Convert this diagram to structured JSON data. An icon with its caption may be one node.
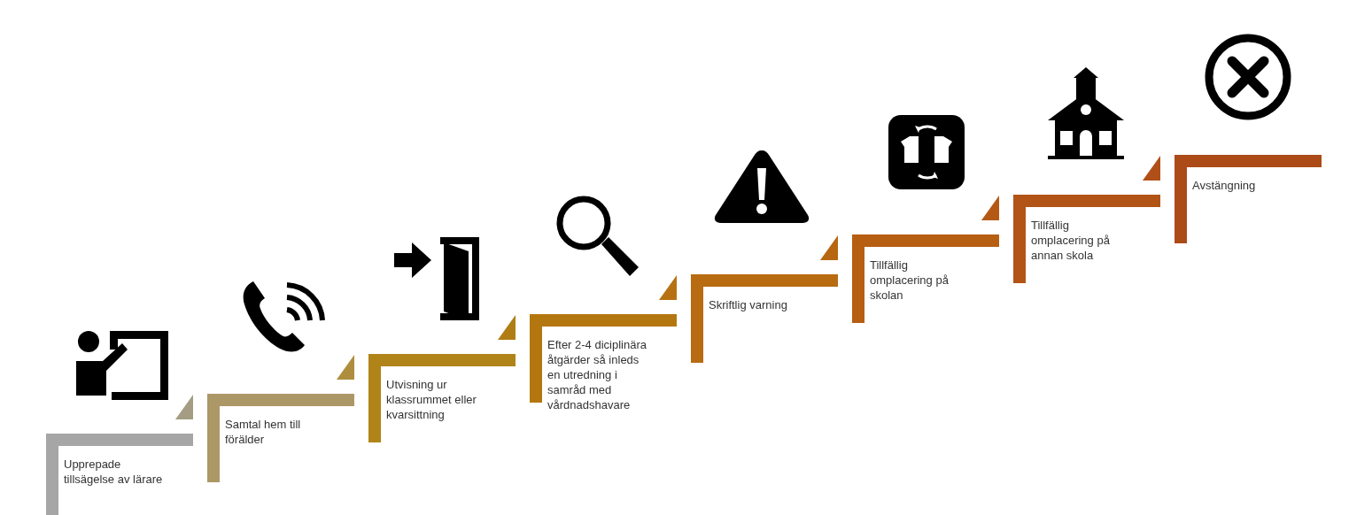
{
  "diagram": {
    "nodes": [
      {
        "text": [
          "Upprepade tillsägelse av lärare"
        ]
      },
      {
        "text": [
          "Samtal hem till förälder"
        ]
      },
      {
        "text": [
          "Utvisning ur klassrummet eller kvarsittning"
        ]
      },
      {
        "text": [
          "Efter 2-4 diciplinära åtgärder så inleds en utredning i samråd med vårdnadshavare"
        ]
      },
      {
        "text": [
          "Skriftlig varning"
        ]
      },
      {
        "text": [
          "Tillfällig omplacering på skolan"
        ]
      },
      {
        "text": [
          "Tillfällig omplacering på annan skola"
        ]
      },
      {
        "text": [
          "Avstängning"
        ]
      }
    ],
    "edges": [
      {
        "from": 1,
        "to": 0,
        "arrow": "to"
      },
      {
        "from": 2,
        "to": 1,
        "arrow": "to"
      },
      {
        "from": 3,
        "to": 2,
        "arrow": "to"
      },
      {
        "from": 4,
        "to": 3,
        "arrow": "to"
      },
      {
        "from": 5,
        "to": 4,
        "arrow": "to"
      },
      {
        "from": 6,
        "to": 5,
        "arrow": "to"
      },
      {
        "from": 7,
        "to": 6,
        "arrow": "to"
      }
    ]
  }
}
